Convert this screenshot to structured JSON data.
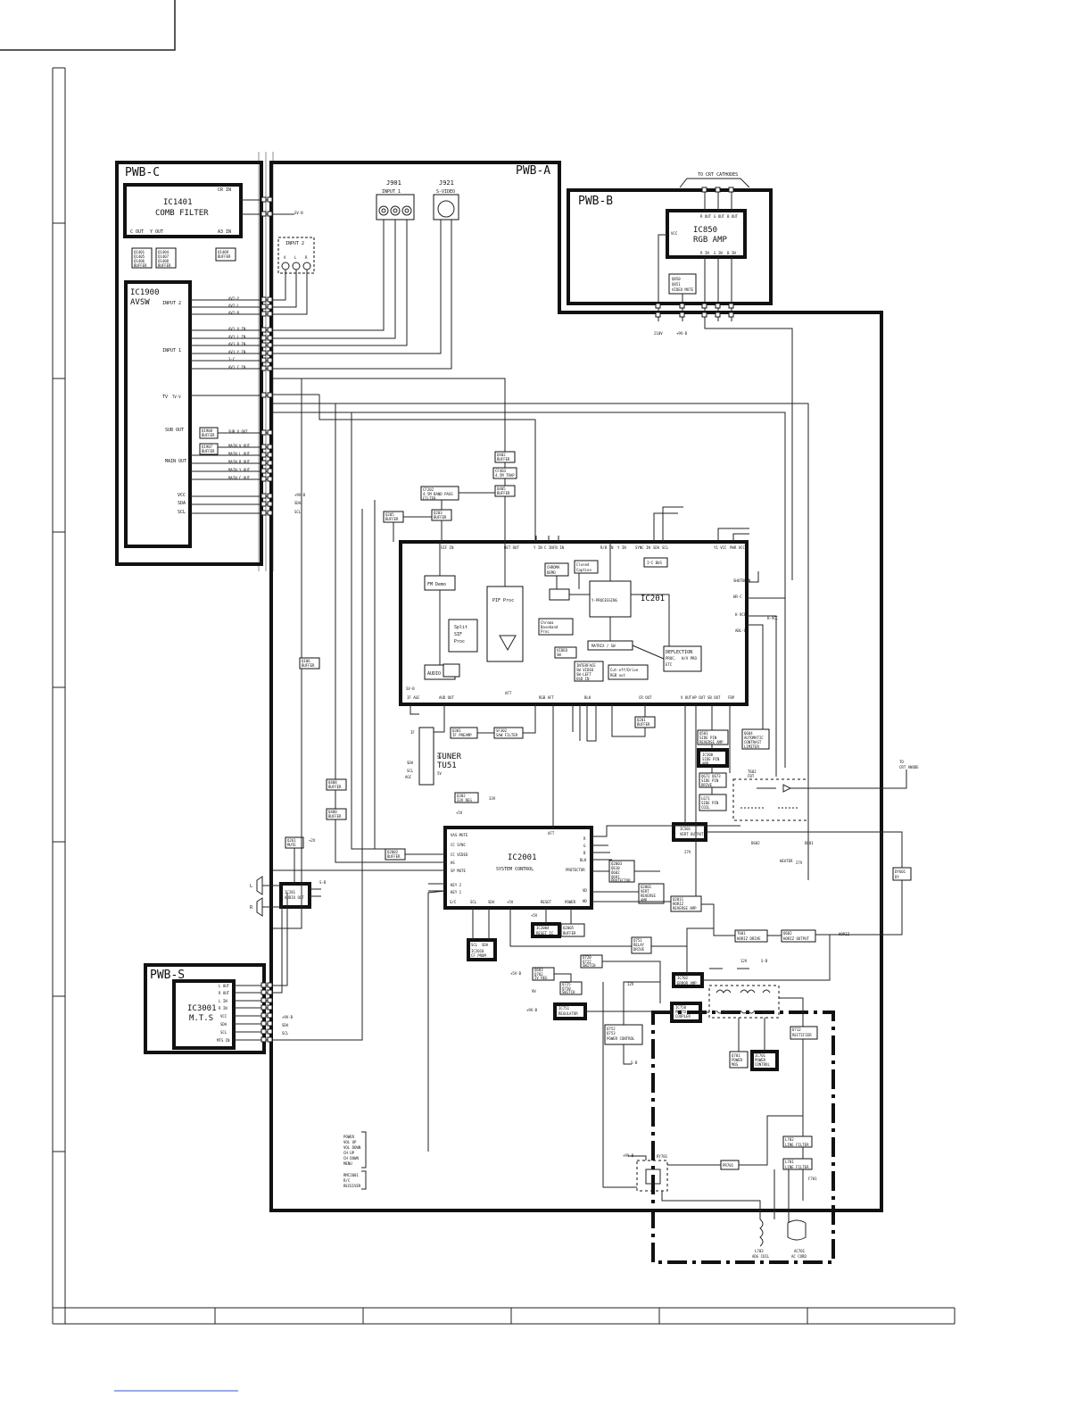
{
  "boards": {
    "pwb_c": "PWB-C",
    "pwb_a": "PWB-A",
    "pwb_b": "PWB-B",
    "pwb_s": "PWB-S"
  },
  "pwb_c": {
    "ic1401": [
      "IC1401",
      "COMB FILTER"
    ],
    "ic1401_pins": [
      "CR IN",
      "C OUT",
      "Y OUT",
      "A3 IN"
    ],
    "q1401": [
      "Q1401",
      "Q1405",
      "Q1406",
      "BUFFER"
    ],
    "q1404": [
      "Q1404",
      "Q1407",
      "Q1408",
      "BUFFER"
    ],
    "q1409": [
      "Q1409",
      "BUFFER"
    ],
    "ic1900": [
      "IC1900",
      "AVSW"
    ],
    "groups": [
      "INPUT 2",
      "INPUT 1",
      "TV",
      "SUB OUT",
      "MAIN OUT",
      "VCC",
      "SDA",
      "SCL"
    ],
    "q1908": [
      "Q1908",
      "BUFFER"
    ],
    "q1907": [
      "Q1907",
      "BUFFER"
    ],
    "signals": [
      "AV2-Y",
      "AV2-L",
      "AV2-R",
      "AV1 V IN",
      "AV1 L IN",
      "AV1 R IN",
      "AV1 Y IN",
      "3-C",
      "AV1 C IN",
      "TV-V",
      "SUB V OUT",
      "MAIN V OUT",
      "MAIN L OUT",
      "MAIN R OUT",
      "MAIN Y OUT",
      "MAIN C OUT",
      "+9V-B",
      "SDA",
      "SCL",
      "SV-B"
    ]
  },
  "pwb_a": {
    "j901": [
      "J901",
      "INPUT 1"
    ],
    "j921": [
      "J921",
      "S-VIDEO"
    ],
    "input2": [
      "INPUT 2",
      "V",
      "L",
      "R"
    ],
    "q402": [
      "Q402",
      "BUFFER"
    ],
    "cf403": [
      "CF403",
      "4.5M TRAP"
    ],
    "q405": [
      "Q405",
      "BUFFER"
    ],
    "cf202": [
      "CF202",
      "4.5M BAND PASS",
      "FILTER"
    ],
    "q203": [
      "Q203",
      "BUFFER"
    ],
    "q205": [
      "Q205",
      "BUFFER"
    ],
    "ic201_title": "IC201",
    "ic201_pins_top": [
      "SIF IN",
      "DET OUT",
      "Y IN",
      "C IN",
      "FB IN",
      "R/B IN",
      "Y IN",
      "SYNC IN",
      "SDA",
      "SCL",
      "Y1 VCC",
      "PWR VCC"
    ],
    "ic201_blocks": {
      "fm_demo": "FM Demo",
      "split_sif": [
        "Split",
        "SIF",
        "Proc"
      ],
      "pif_proc": "PIF Proc",
      "chroma_demo": [
        "CHROMA",
        "DEMO"
      ],
      "closed_caption": [
        "Closed",
        "Caption"
      ],
      "y_processing": "Y-PROCESSING",
      "i2c_bus": "I²C BUS",
      "chroma_baseband": [
        "Chroma",
        "Baseband",
        "Proc"
      ],
      "matrix": "MATRIX / SW",
      "video_sw": [
        "VIDEO",
        "SW"
      ],
      "interface": [
        "INTERFACE",
        "SW VIDEO",
        "SW-LEFT",
        "OSD IN"
      ],
      "cutoff_drive": [
        "Cut-off/Drive",
        "RGB out"
      ],
      "deflection": [
        "DEFLECTION",
        "PROC.",
        "H/V PRO",
        "ETC"
      ],
      "audio_att": "AUDIO ATT"
    },
    "ic201_pins_bottom": [
      "IF AGC",
      "AUD OUT",
      "AFT",
      "RGB AFT",
      "BLK",
      "CR OUT",
      "V OUT",
      "HP OUT",
      "SB OUT",
      "FBP"
    ],
    "ic201_pins_right": [
      "SHUTDOWN",
      "HR-C",
      "H VCC",
      "ABL-C",
      "H-VCC"
    ],
    "q201": [
      "Q201",
      "BUFFER"
    ],
    "q501": [
      "Q501",
      "SIDE PIN",
      "REVERSE AMP"
    ],
    "q604": [
      "Q604",
      "AUTOMATIC",
      "CONTRAST",
      "LIMITER"
    ],
    "ic500": [
      "IC500",
      "SIDE PIN",
      "AMP"
    ],
    "q672": [
      "Q672 Q673",
      "SIDE PIN",
      "DRIVE"
    ],
    "l671": [
      "L671",
      "SIDE PIN",
      "COIL"
    ],
    "t602": [
      "T602",
      "FBT"
    ],
    "to_crt_anode": [
      "TO",
      "CRT ANODE"
    ],
    "tuner": [
      "TUNER",
      "TU51"
    ],
    "tuner_pins": [
      "IF",
      "SDA",
      "SCL",
      "AGC",
      "5V",
      "5V"
    ],
    "q301": [
      "Q301",
      "IF PREAMP"
    ],
    "sf302": [
      "SF302",
      "SAW FILTER"
    ],
    "q302": [
      "Q302",
      "33V REG"
    ],
    "q106": [
      "Q106",
      "BUFFER"
    ],
    "q408": [
      "Q408",
      "BUFFER"
    ],
    "q480": [
      "Q480",
      "BUFFER"
    ],
    "q261": [
      "Q261",
      "MUTE"
    ],
    "ic281": [
      "IC281",
      "AUDIO OUT"
    ],
    "q2002": [
      "Q2002",
      "BUFFER"
    ],
    "ic2001_title": [
      "IC2001",
      "SYSTEM CONTROL"
    ],
    "ic2001_pins_left": [
      "VAS MUTE",
      "CC SYNC",
      "CC VIDEO",
      "HS",
      "SP MUTE",
      "KEY 2",
      "KEY 1"
    ],
    "ic2001_pins_bottom": [
      "S/C",
      "SCL",
      "SDA",
      "+5V",
      "RESET",
      "POWER"
    ],
    "ic2001_pins_right": [
      "R",
      "G",
      "B",
      "BLK",
      "PROTECTOR",
      "VD",
      "HD"
    ],
    "ic2001_top": "AFT",
    "q2003": [
      "Q2003",
      "Q610",
      "Q602",
      "Q691",
      "PROTECTOR"
    ],
    "q2001": [
      "Q2001",
      "VERT",
      "REVERSE",
      "AMP"
    ],
    "q2011": [
      "Q2011",
      "HORIZ",
      "REVERSE AMP"
    ],
    "ic501": [
      "IC501",
      "VERT OUTPUT"
    ],
    "d601": [
      "D601",
      "27V"
    ],
    "d602": [
      "D602",
      "HEATER"
    ],
    "dy601": [
      "DY601",
      "DY"
    ],
    "q601": [
      "T601",
      "HORIZ DRIVE"
    ],
    "q602": [
      "Q602",
      "HORIZ OUTPUT"
    ],
    "horiz": "HORIZ",
    "ic2004": [
      "IC2004",
      "RESET IC"
    ],
    "q2005": [
      "Q2005",
      "BUFFER"
    ],
    "ic2010": [
      "IC2010",
      "CF PROM"
    ],
    "q751": [
      "Q751",
      "RELAY",
      "DRIVE"
    ],
    "q720": [
      "Q720",
      "Q722",
      "SWITCH"
    ],
    "q603": [
      "Q603",
      "Q702",
      "5V REG"
    ],
    "q725": [
      "Q725",
      "Q750",
      "SWITCH"
    ],
    "ic751": [
      "IC751",
      "REGULATOR"
    ],
    "ic702": [
      "IC702",
      "ERROR AMP"
    ],
    "ic750": [
      "IC750",
      "PHOTO",
      "COUPLER"
    ],
    "q752": [
      "Q752",
      "Q753",
      "POWER CONTROL"
    ],
    "q701": [
      "Q701",
      "POWER",
      "MOS"
    ],
    "ic701": [
      "IC701",
      "POWER",
      "CONTROL"
    ],
    "d712": [
      "D712",
      "RECTIFIER"
    ],
    "l702": [
      "L702",
      "LINE FILTER"
    ],
    "l701": [
      "L701",
      "LINE FILTER"
    ],
    "f701": "F701",
    "rl701": "RY701",
    "r701": "PR701",
    "l703": [
      "L703",
      "ADG COIL"
    ],
    "ac701": [
      "AC701",
      "AC CORD"
    ],
    "keys": [
      "POWER",
      "VOL UP",
      "VOL DOWN",
      "CH UP",
      "CH DOWN",
      "MENU"
    ],
    "rmc": [
      "RMC2001",
      "R/C",
      "RECEIVER"
    ],
    "misc": [
      "+5V-B",
      "+9V-B",
      "+5V",
      "9V",
      "12V",
      "33V",
      "27V",
      "S-B",
      "SV-B",
      "+2V",
      "S-B"
    ]
  },
  "pwb_b": {
    "to_crt_cathodes": "TO CRT CATHODES",
    "ic850": [
      "IC850",
      "RGB AMP"
    ],
    "ic850_pins_top": [
      "R OUT",
      "G OUT",
      "B OUT"
    ],
    "ic850_pins_bottom": [
      "R IN",
      "G IN",
      "B IN"
    ],
    "q850": [
      "Q850",
      "Q851",
      "VIDEO MUTE"
    ],
    "vcc": "VCC",
    "rails": [
      "210V",
      "+9V-B"
    ]
  },
  "pwb_s": {
    "ic3001": [
      "IC3001",
      "M.T.S"
    ],
    "pins": [
      "L OUT",
      "R OUT",
      "L IN",
      "R IN",
      "VCC",
      "SDA",
      "SCL",
      "MTS IN"
    ],
    "signals": [
      "+9V-B",
      "SDA",
      "SCL"
    ]
  },
  "speakers": [
    "L",
    "R"
  ],
  "footer_columns": [
    "",
    "",
    "",
    "",
    "",
    ""
  ]
}
